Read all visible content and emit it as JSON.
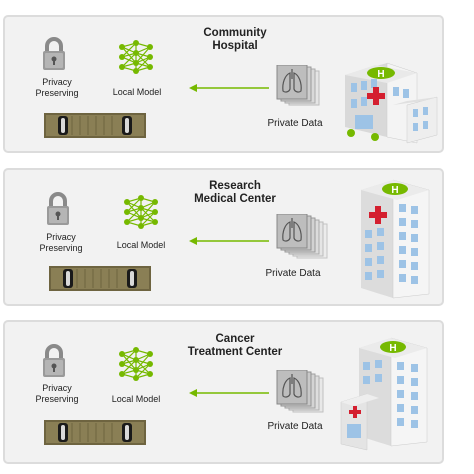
{
  "panels": [
    {
      "title_line1": "Community",
      "title_line2": "Hospital",
      "privacy_label_line1": "Privacy",
      "privacy_label_line2": "Preserving",
      "model_label": "Local Model",
      "data_label": "Private Data"
    },
    {
      "title_line1": "Research",
      "title_line2": "Medical Center",
      "privacy_label_line1": "Privacy",
      "privacy_label_line2": "Preserving",
      "model_label": "Local Model",
      "data_label": "Private Data"
    },
    {
      "title_line1": "Cancer",
      "title_line2": "Treatment Center",
      "privacy_label_line1": "Privacy",
      "privacy_label_line2": "Preserving",
      "model_label": "Local Model",
      "data_label": "Private Data"
    }
  ],
  "colors": {
    "accent_green": "#76b900",
    "panel_bg": "#f2f2f2",
    "panel_border": "#dcdcdc",
    "cross_red": "#d41f2f"
  },
  "icons": {
    "privacy": "padlock-icon",
    "model": "neural-network-icon",
    "data": "lung-scan-stack-icon",
    "device": "gpu-server-icon",
    "building": "hospital-building-icon"
  }
}
